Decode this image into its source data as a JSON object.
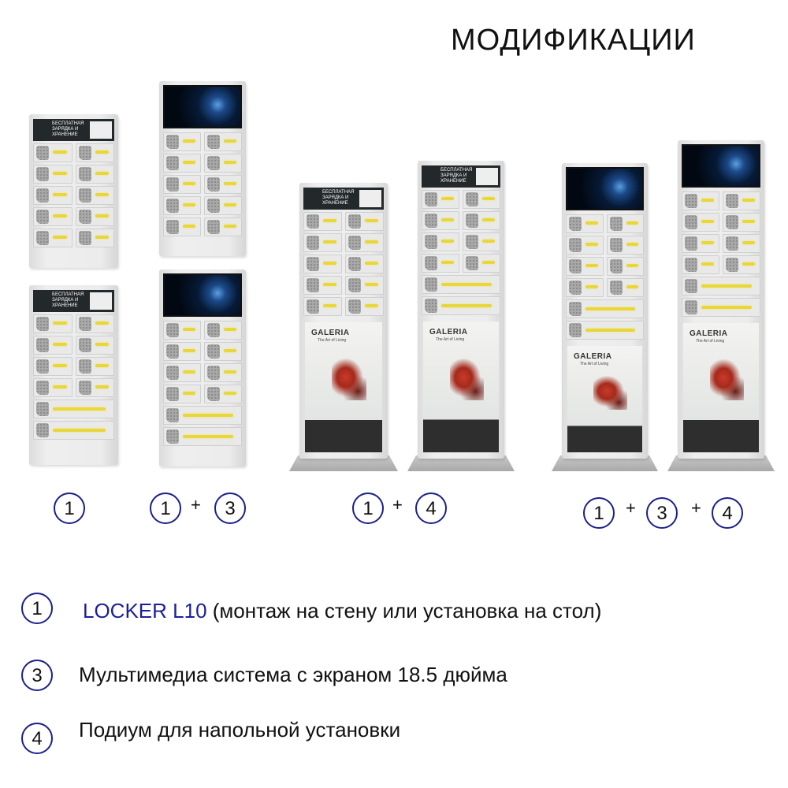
{
  "title": "МОДИФИКАЦИИ",
  "locker_header": "БЕСПЛАТНАЯ ЗАРЯДКА И ХРАНЕНИЕ",
  "poster": {
    "brand": "GALERIA",
    "tagline": "The Art of Living"
  },
  "combos": [
    {
      "parts": [
        "1"
      ]
    },
    {
      "parts": [
        "1",
        "3"
      ]
    },
    {
      "parts": [
        "1",
        "4"
      ]
    },
    {
      "parts": [
        "1",
        "3",
        "4"
      ]
    }
  ],
  "plus": "+",
  "legend": [
    {
      "num": "1",
      "name": "LOCKER L10",
      "desc": " (монтаж на стену или установка на стол)"
    },
    {
      "num": "3",
      "name": "",
      "desc": "Мультимедиа система с экраном 18.5 дюйма"
    },
    {
      "num": "4",
      "name": "",
      "desc": "Подиум для напольной установки"
    }
  ],
  "colors": {
    "accent": "#1b1f9a",
    "slot": "#e8d63a"
  }
}
